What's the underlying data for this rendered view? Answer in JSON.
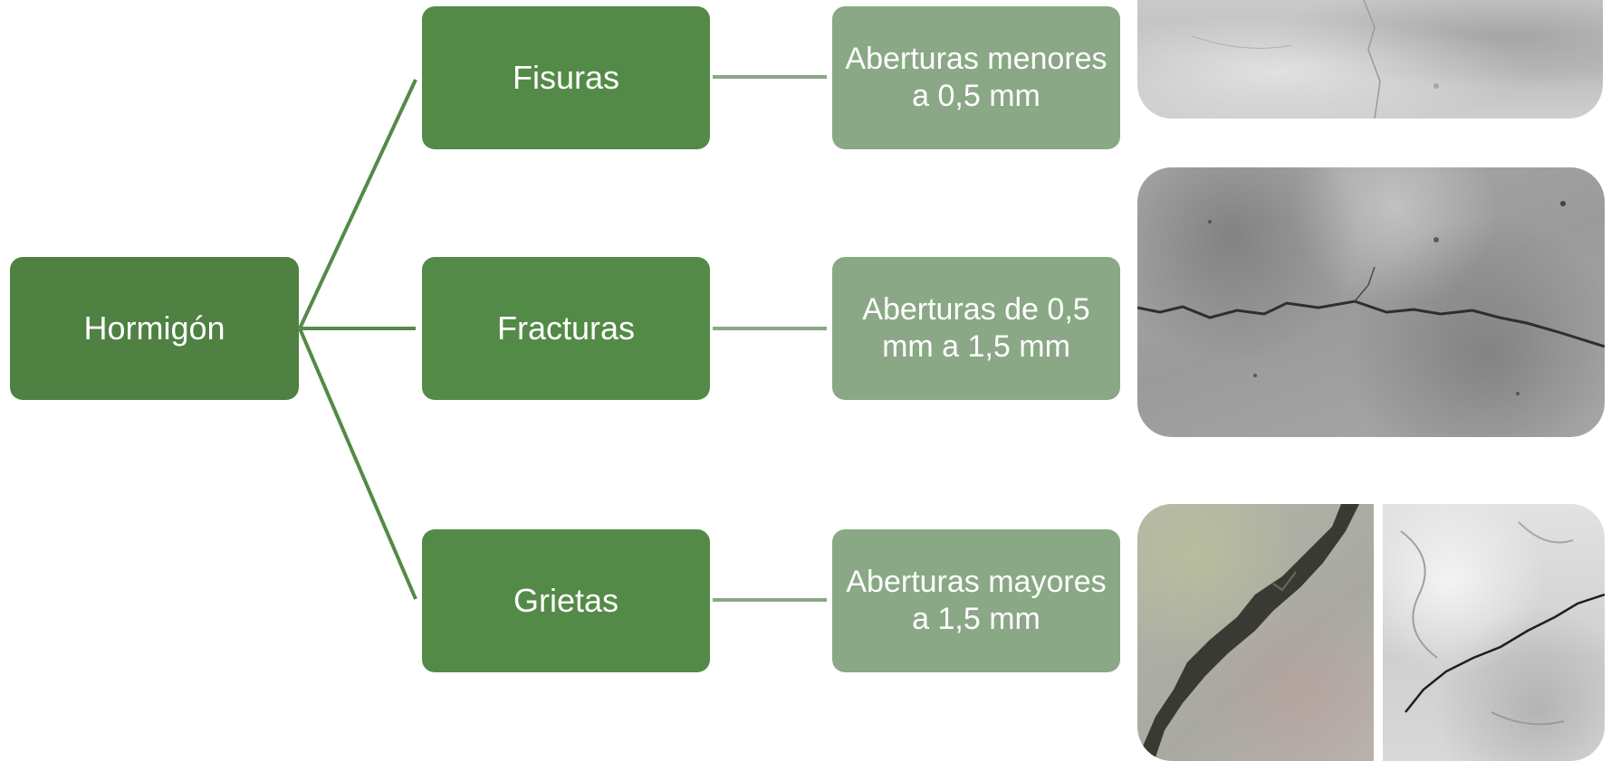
{
  "diagram": {
    "root": {
      "label": "Hormigón"
    },
    "branches": [
      {
        "label": "Fisuras",
        "description": "Aberturas menores a 0,5 mm"
      },
      {
        "label": "Fracturas",
        "description": "Aberturas de 0,5 mm a 1,5 mm"
      },
      {
        "label": "Grietas",
        "description": "Aberturas mayores a 1,5 mm"
      }
    ]
  },
  "colors": {
    "root_fill": "#4e8142",
    "category_fill": "#548a47",
    "description_fill": "#8aa885",
    "connector": "#548a47",
    "connector_light": "#8aa885",
    "text": "#ffffff"
  },
  "images": [
    {
      "subject": "concrete-surface-photo"
    },
    {
      "subject": "cracked-concrete-photo"
    },
    {
      "subject": "deep-crack-concrete-photo"
    },
    {
      "subject": "cracked-plaster-wall-photo"
    }
  ]
}
